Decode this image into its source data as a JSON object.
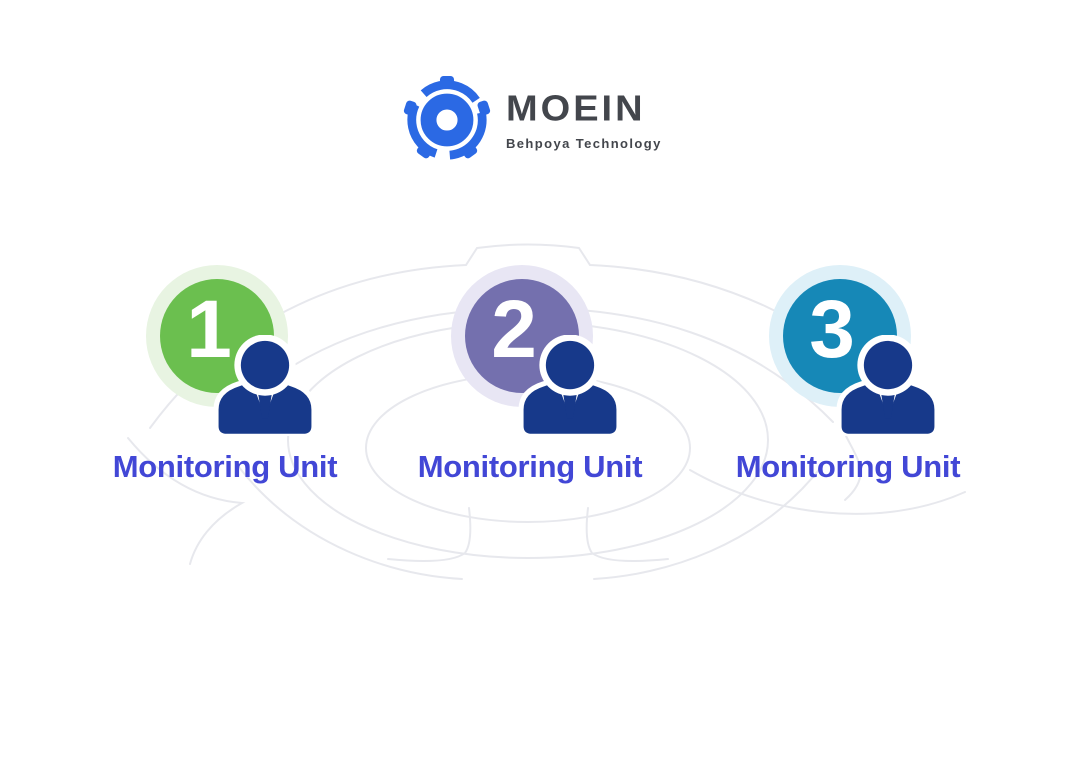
{
  "logo": {
    "name": "MOEIN",
    "tagline": "Behpoya Technology",
    "icon": "gear-logo-icon"
  },
  "units": [
    {
      "number": "1",
      "label": "Monitoring Unit",
      "icon": "person-icon",
      "circle_color": "#6bbf4f",
      "halo_color": "#e8f4e2"
    },
    {
      "number": "2",
      "label": "Monitoring Unit",
      "icon": "person-icon",
      "circle_color": "#7470ae",
      "halo_color": "#e8e6f4"
    },
    {
      "number": "3",
      "label": "Monitoring Unit",
      "icon": "person-icon",
      "circle_color": "#1688b7",
      "halo_color": "#def0f8"
    }
  ],
  "colors": {
    "logo_blue": "#2b69e4",
    "brand_text": "#43464c",
    "person_navy": "#17398a",
    "label_blue": "#4247d6",
    "number_text": "#ffffff",
    "watermark_line": "#e7e8ed",
    "background": "#ffffff"
  },
  "background_art": "gear-watermark"
}
